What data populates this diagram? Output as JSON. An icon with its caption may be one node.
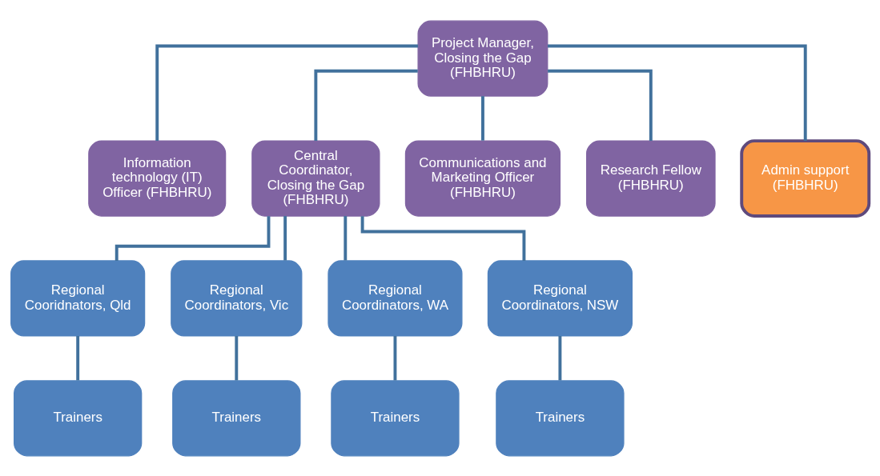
{
  "diagram": {
    "nodes": [
      {
        "text": [
          "Project Manager, Closing the Gap (FHBHRU)"
        ]
      },
      {
        "text": [
          "Information technology (IT) Officer (FHBHRU)"
        ]
      },
      {
        "text": [
          "Central Coordinator, Closing the Gap (FHBHRU)"
        ]
      },
      {
        "text": [
          "Communications and Marketing Officer (FHBHRU)"
        ]
      },
      {
        "text": [
          "Research Fellow (FHBHRU)"
        ]
      },
      {
        "text": [
          "Admin support (FHBHRU)"
        ]
      },
      {
        "text": [
          "Regional Cooridnators, Qld"
        ]
      },
      {
        "text": [
          "Regional Coordinators, Vic"
        ]
      },
      {
        "text": [
          "Regional Coordinators, WA"
        ]
      },
      {
        "text": [
          "Regional Coordinators, NSW"
        ]
      },
      {
        "text": [
          "Trainers"
        ]
      },
      {
        "text": [
          "Trainers"
        ]
      },
      {
        "text": [
          "Trainers"
        ]
      },
      {
        "text": [
          "Trainers"
        ]
      }
    ],
    "edges": [
      {
        "from": 0,
        "to": 1,
        "arrow": "none"
      },
      {
        "from": 0,
        "to": 2,
        "arrow": "none"
      },
      {
        "from": 0,
        "to": 3,
        "arrow": "none"
      },
      {
        "from": 0,
        "to": 4,
        "arrow": "none"
      },
      {
        "from": 0,
        "to": 5,
        "arrow": "none"
      },
      {
        "from": 2,
        "to": 6,
        "arrow": "none"
      },
      {
        "from": 2,
        "to": 7,
        "arrow": "none"
      },
      {
        "from": 2,
        "to": 8,
        "arrow": "none"
      },
      {
        "from": 2,
        "to": 9,
        "arrow": "none"
      },
      {
        "from": 6,
        "to": 10,
        "arrow": "none"
      },
      {
        "from": 7,
        "to": 11,
        "arrow": "none"
      },
      {
        "from": 8,
        "to": 12,
        "arrow": "none"
      },
      {
        "from": 9,
        "to": 13,
        "arrow": "none"
      }
    ]
  }
}
